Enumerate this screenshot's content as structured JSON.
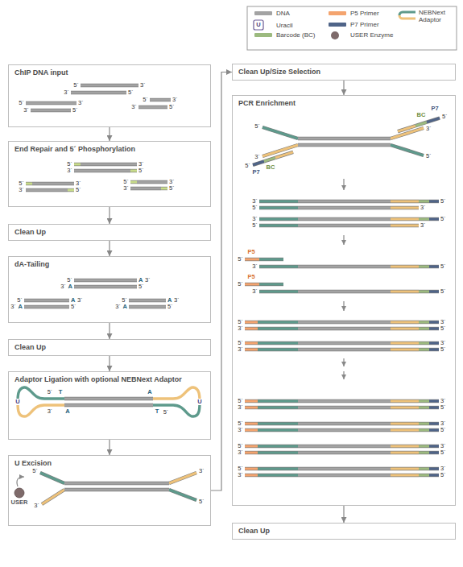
{
  "diagram": {
    "nodes": [
      {
        "text": [
          "ChIP DNA input"
        ]
      },
      {
        "text": [
          "End Repair and 5´ Phosphorylation"
        ]
      },
      {
        "text": [
          "Clean Up"
        ]
      },
      {
        "text": [
          "dA-Tailing"
        ]
      },
      {
        "text": [
          "Clean Up"
        ]
      },
      {
        "text": [
          "Adaptor Ligation with optional NEBNext Adaptor"
        ]
      },
      {
        "text": [
          "U Excision"
        ]
      },
      {
        "text": [
          "Clean Up/Size Selection"
        ]
      },
      {
        "text": [
          "PCR Enrichment"
        ]
      },
      {
        "text": [
          "Clean Up"
        ]
      }
    ],
    "edges": [
      {
        "from": 0,
        "to": 1,
        "arrow": "to"
      },
      {
        "from": 1,
        "to": 2,
        "arrow": "to"
      },
      {
        "from": 2,
        "to": 3,
        "arrow": "to"
      },
      {
        "from": 3,
        "to": 4,
        "arrow": "to"
      },
      {
        "from": 4,
        "to": 5,
        "arrow": "to"
      },
      {
        "from": 5,
        "to": 6,
        "arrow": "to"
      },
      {
        "from": 6,
        "to": 7,
        "arrow": "to"
      },
      {
        "from": 7,
        "to": 8,
        "arrow": "to"
      },
      {
        "from": 8,
        "to": 9,
        "arrow": "to"
      }
    ],
    "labels": [
      "U",
      "5´",
      "3´",
      "3´",
      "5´",
      "5´",
      "3´",
      "3´",
      "5´",
      "5´",
      "3´",
      "3´",
      "5´",
      "5´",
      "3´",
      "3´",
      "5´",
      "5´",
      "3´",
      "3´",
      "5´",
      "5´",
      "3´",
      "3´",
      "5´",
      "5´",
      "A",
      "3´",
      "3´",
      "A",
      "5´",
      "5´",
      "A",
      "3´",
      "3´",
      "A",
      "5´",
      "5´",
      "A",
      "3´",
      "3´",
      "A",
      "5´",
      "U",
      "5´",
      "T",
      "A",
      "3´",
      "A",
      "T",
      "5´",
      "U",
      "5´",
      "3´",
      "3´",
      "5´",
      "USER",
      "BC",
      "P7",
      "5´",
      "5´",
      "3´",
      "3´",
      "5´",
      "5´",
      "P7",
      "BC",
      "3´",
      "5´",
      "5´",
      "3´",
      "3´",
      "5´",
      "5´",
      "3´",
      "P5",
      "5´",
      "3´",
      "5´",
      "P5",
      "5´",
      "3´",
      "5´",
      "5´",
      "3´",
      "3´",
      "5´",
      "5´",
      "3´",
      "3´",
      "5´",
      "5´",
      "3´",
      "3´",
      "5´",
      "5´",
      "3´",
      "3´",
      "5´",
      "5´",
      "3´",
      "3´",
      "5´",
      "5´",
      "3´",
      "3´",
      "5´"
    ],
    "legend": [
      {
        "text": "DNA",
        "color": "#a3a3a3"
      },
      {
        "text": "Uracil"
      },
      {
        "text": "Barcode (BC)",
        "color": "#9cba7f"
      },
      {
        "text": "P5 Primer",
        "color": "#f4a46f"
      },
      {
        "text": "P7 Primer",
        "color": "#4f6488"
      },
      {
        "text": "USER Enzyme",
        "color": "#7e6a6a"
      },
      {
        "text": "NEBNext Adaptor"
      }
    ]
  }
}
